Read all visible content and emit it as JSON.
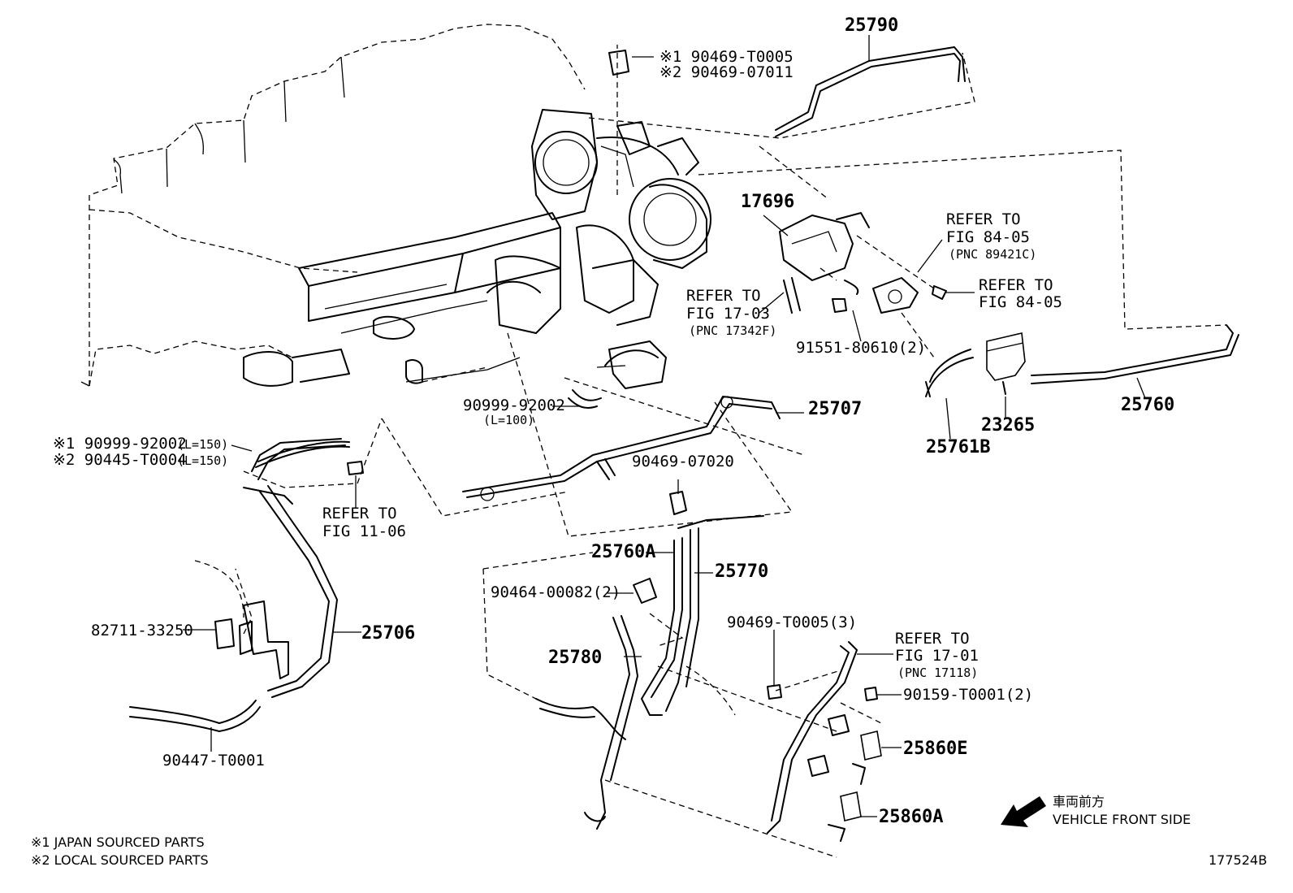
{
  "diagram": {
    "figure_id": "177524B",
    "labels": {
      "p25790": "25790",
      "note_t0005_mark": "※1 90469-T0005",
      "note_07011_mark": "※2 90469-07011",
      "p17696": "17696",
      "ref_84_05_a": [
        "REFER TO",
        "FIG 84-05",
        "(PNC 89421C)"
      ],
      "ref_84_05_b": [
        "REFER TO",
        "FIG 84-05"
      ],
      "ref_17_03": [
        "REFER TO",
        "FIG 17-03",
        "(PNC 17342F)"
      ],
      "p91551": "91551-80610(2)",
      "p90999_l100": "90999-92002",
      "p90999_l100_len": "(L=100)",
      "p25707": "25707",
      "p25761b": "25761B",
      "p23265": "23265",
      "p25760": "25760",
      "p90999_l150": "※1 90999-92002",
      "p90999_l150_len": "(L=150)",
      "p90445": "※2 90445-T0004",
      "p90445_len": "(L=150)",
      "ref_11_06": [
        "REFER TO",
        "FIG 11-06"
      ],
      "p90469_07020": "90469-07020",
      "p25760a": "25760A",
      "p25770": "25770",
      "p90464": "90464-00082(2)",
      "p82711": "82711-33250",
      "p25706": "25706",
      "p25780": "25780",
      "p90469_t0005_3": "90469-T0005(3)",
      "ref_17_01": [
        "REFER TO",
        "FIG 17-01",
        "(PNC 17118)"
      ],
      "p90159": "90159-T0001(2)",
      "p25860e": "25860E",
      "p25860a": "25860A",
      "p90447": "90447-T0001",
      "front_jp": "車両前方",
      "front_en": "VEHICLE FRONT SIDE",
      "legend1": "※1 JAPAN SOURCED PARTS",
      "legend2": "※2 LOCAL SOURCED PARTS"
    }
  }
}
